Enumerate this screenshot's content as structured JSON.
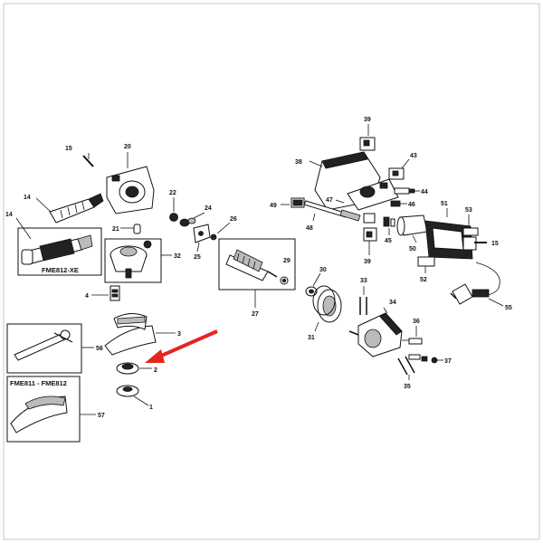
{
  "title": "",
  "colors": {
    "arrow": "#e52520",
    "ink": "#111111",
    "paper": "#ffffff"
  },
  "labels": {
    "p1": "1",
    "p2": "2",
    "p3": "3",
    "p4": "4",
    "p14a": "14",
    "p14b": "14",
    "p15a": "15",
    "p15b": "15",
    "p20": "20",
    "p21": "21",
    "p22": "22",
    "p24": "24",
    "p25": "25",
    "p26": "26",
    "p27": "27",
    "p29": "29",
    "p30": "30",
    "p31": "31",
    "p32": "32",
    "p33": "33",
    "p34": "34",
    "p35": "35",
    "p36": "36",
    "p37": "37",
    "p38": "38",
    "p39a": "39",
    "p39b": "39",
    "p43": "43",
    "p44": "44",
    "p45": "45",
    "p46": "46",
    "p47": "47",
    "p48": "48",
    "p49": "49",
    "p50": "50",
    "p51": "51",
    "p52": "52",
    "p53": "53",
    "p55": "55",
    "p56": "56",
    "p57": "57"
  },
  "boxes": {
    "fme812xe": "FME812-XE",
    "fme811_812": "FME811 - FME812"
  }
}
